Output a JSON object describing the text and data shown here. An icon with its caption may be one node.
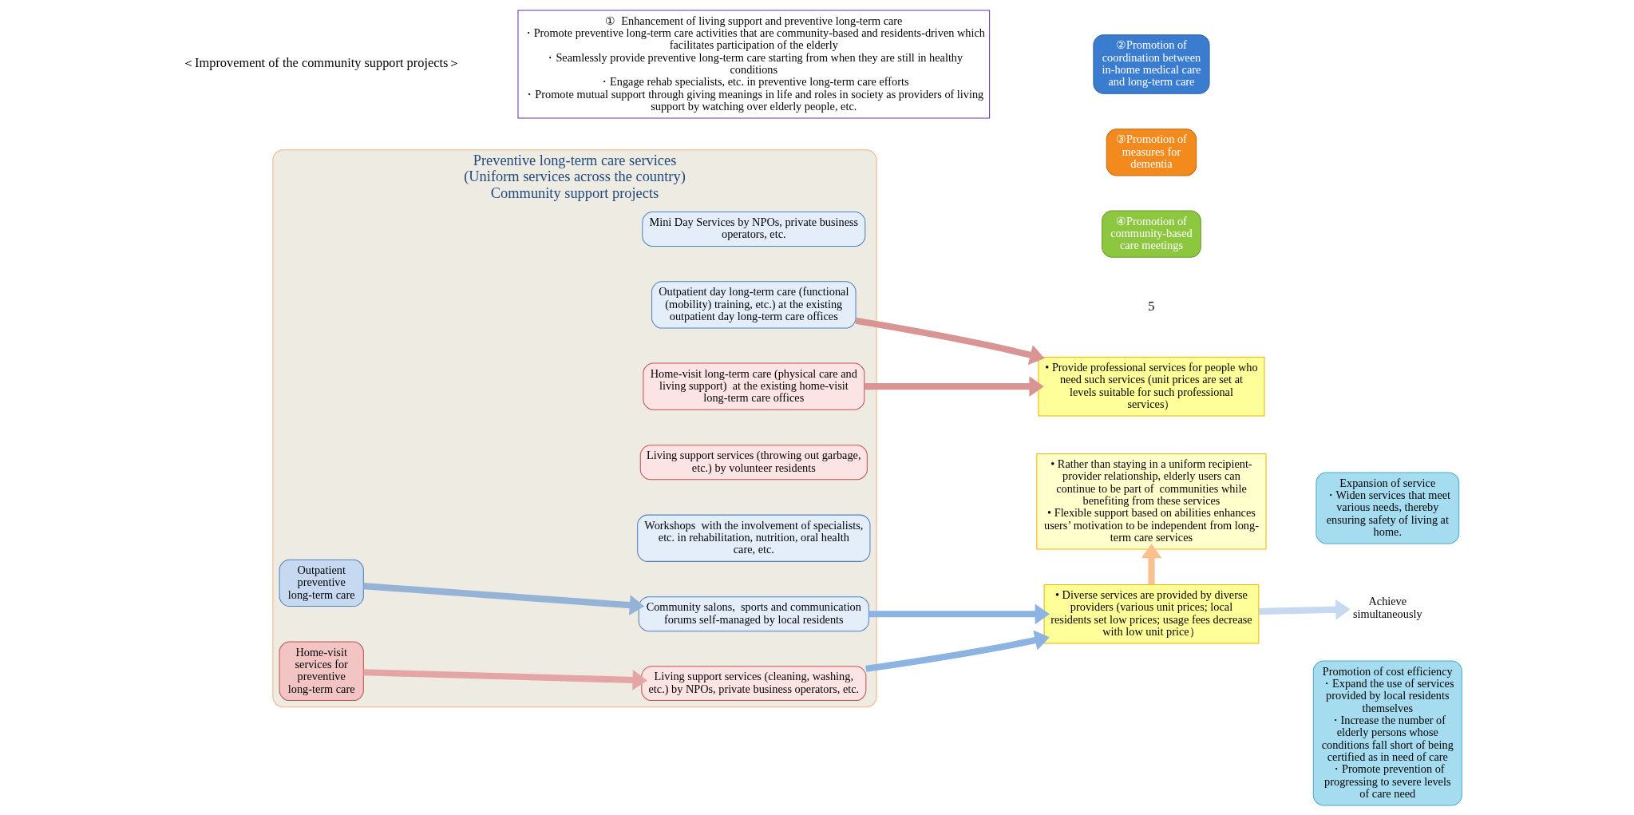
{
  "diagram": {
    "nodes": [
      {
        "text": [
          "Preventive long-term care services",
          "(Uniform services across the country)",
          "Community support projects"
        ]
      },
      {
        "text": [
          "Home-visit services for preventive long-term care"
        ],
        "in": 0
      },
      {
        "text": [
          "Outpatient preventive long-term care"
        ],
        "in": 0
      },
      {
        "text": [
          "Home-visit long-term care (physical care and living support)  at the existing home-visit long-term care offices"
        ],
        "in": 0
      },
      {
        "text": [
          "Living support services (cleaning, washing, etc.) by NPOs, private business operators, etc."
        ],
        "in": 0
      },
      {
        "text": [
          "Living support services (throwing out garbage, etc.) by volunteer residents"
        ],
        "in": 0
      },
      {
        "text": [
          "Outpatient day long-term care (functional (mobility) training, etc.) at the existing outpatient day long-term care offices"
        ],
        "in": 0
      },
      {
        "text": [
          "Mini Day Services by NPOs, private business operators, etc."
        ],
        "in": 0
      },
      {
        "text": [
          "Community salons,  sports and communication forums self-managed by local residents"
        ],
        "in": 0
      },
      {
        "text": [
          "Workshops  with the involvement of specialists, etc. in rehabilitation, nutrition, oral health care, etc."
        ],
        "in": 0
      },
      {
        "text": [
          "• Provide professional services for people who need such services (unit prices are set at levels suitable for such professional services）"
        ]
      },
      {
        "text": [
          "• Diverse services are provided by diverse providers (various unit prices; local residents set low prices; usage fees decrease with low unit price）"
        ]
      },
      {
        "text": [
          "• Rather than staying in a uniform recipient-provider relationship, elderly users can continue to be part of  communities while benefiting from these services",
          "• Flexible support based on abilities enhances users’ motivation to be independent from long-term care services"
        ]
      },
      {
        "text": [
          "Expansion of service",
          "・Widen services that meet various needs, thereby ensuring safety of living at home."
        ]
      },
      {
        "text": [
          "Achieve simultaneously"
        ]
      },
      {
        "text": [
          "Promotion of cost efficiency",
          "・Expand the use of services provided by local residents themselves",
          "・Increase the number of elderly persons whose conditions fall short of being certified as in need of care",
          "・Promote prevention of progressing to severe levels of care need"
        ]
      },
      {
        "text": [
          "①  Enhancement of living support and preventive long-term care",
          "・Promote preventive long-term care activities that are community-based and residents-driven which facilitates participation of the elderly",
          "・Seamlessly provide preventive long-term care starting from when they are still in healthy conditions",
          "・Engage rehab specialists, etc. in preventive long-term care efforts",
          "・Promote mutual support through giving meanings in life and roles in society as providers of living support by watching over elderly people, etc."
        ]
      },
      {
        "text": [
          "②Promotion of coordination between in-home medical care and long-term care"
        ]
      },
      {
        "text": [
          "③Promotion of measures for dementia"
        ]
      },
      {
        "text": [
          "④Promotion of community-based care meetings"
        ]
      }
    ],
    "edges": [
      {
        "from": 1,
        "to": 4,
        "arrow": "to",
        "color": "#e6a5a5"
      },
      {
        "from": 2,
        "to": 8,
        "arrow": "to",
        "color": "#95b3d7"
      },
      {
        "from": 3,
        "to": 10,
        "arrow": "to",
        "color": "#d99594"
      },
      {
        "from": 6,
        "to": 10,
        "arrow": "to",
        "color": "#d99594"
      },
      {
        "from": 4,
        "to": 11,
        "arrow": "to",
        "color": "#8db3e2"
      },
      {
        "from": 8,
        "to": 11,
        "arrow": "to",
        "color": "#8db3e2"
      },
      {
        "from": 11,
        "to": 12,
        "arrow": "to",
        "color": "#fac090"
      },
      {
        "from": 11,
        "to": 14,
        "arrow": "to",
        "color": "#c6d9f1"
      }
    ],
    "labels": [
      "＜Improvement of the community support projects＞",
      "5"
    ]
  }
}
